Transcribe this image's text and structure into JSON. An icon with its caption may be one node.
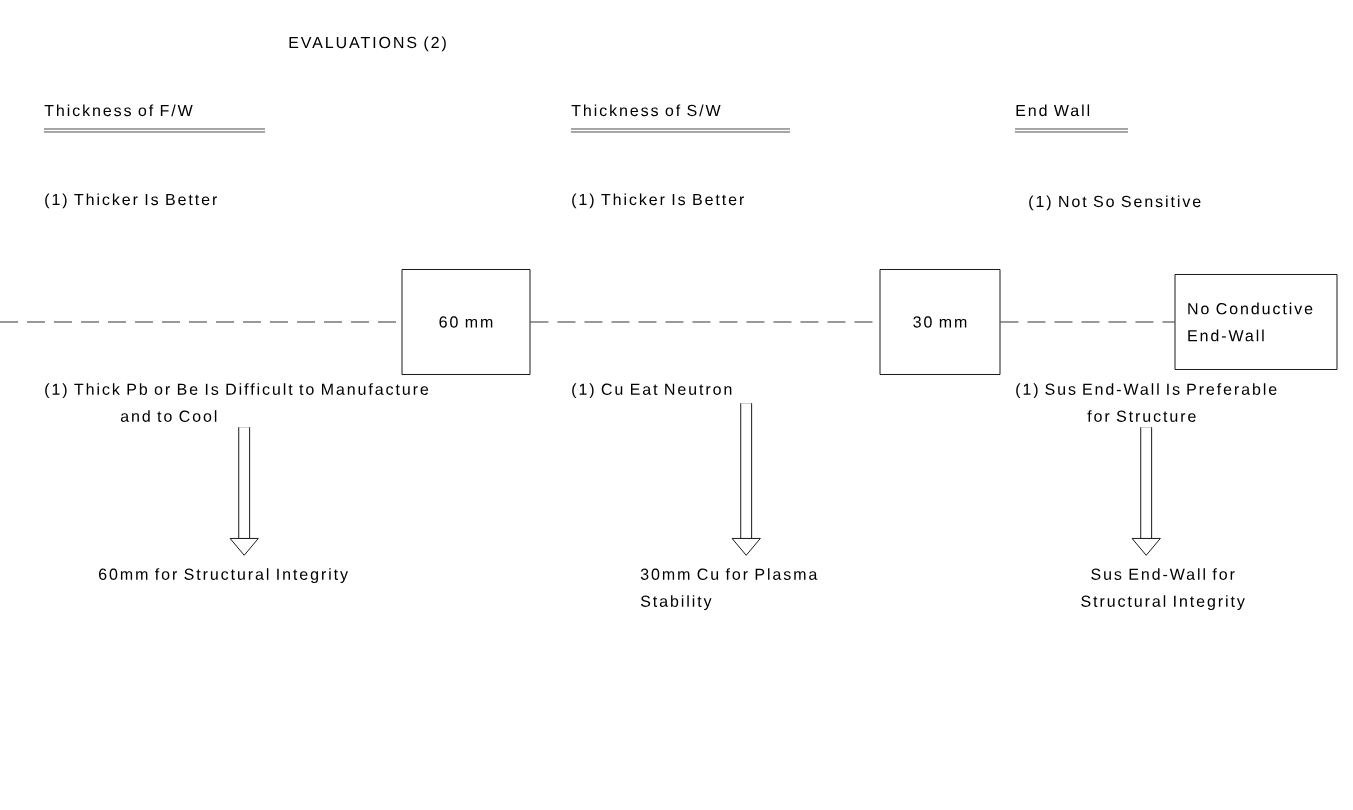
{
  "diagram": {
    "title": "EVALUATIONS (2)",
    "nodes": [
      {
        "text": [
          "60 mm"
        ]
      },
      {
        "text": [
          "30 mm"
        ]
      },
      {
        "text": [
          "No Conductive End-Wall"
        ]
      },
      {
        "text": [
          "(1) Thick Pb or Be Is Difficult to Manufacture and to Cool"
        ]
      },
      {
        "text": [
          "60mm for Structural Integrity"
        ]
      },
      {
        "text": [
          "(1) Cu Eat Neutron"
        ]
      },
      {
        "text": [
          "30mm Cu for Plasma Stability"
        ]
      },
      {
        "text": [
          "(1) Sus End-Wall Is Preferable for Structure"
        ]
      },
      {
        "text": [
          "Sus End-Wall for Structural Integrity"
        ]
      }
    ],
    "edges": [
      {
        "from": null,
        "to": 0,
        "arrow": "none",
        "style": "dashed"
      },
      {
        "from": 0,
        "to": 1,
        "arrow": "none",
        "style": "dashed"
      },
      {
        "from": 1,
        "to": 2,
        "arrow": "none",
        "style": "dashed"
      },
      {
        "from": 3,
        "to": 4,
        "arrow": "to",
        "style": "thick"
      },
      {
        "from": 5,
        "to": 6,
        "arrow": "to",
        "style": "thick"
      },
      {
        "from": 7,
        "to": 8,
        "arrow": "to",
        "style": "thick"
      }
    ],
    "labels": [
      "Thickness of F/W",
      "Thickness of S/W",
      "End Wall",
      "(1) Thicker Is Better",
      "(1) Thicker Is Better",
      "(1) Not So Sensitive"
    ]
  }
}
